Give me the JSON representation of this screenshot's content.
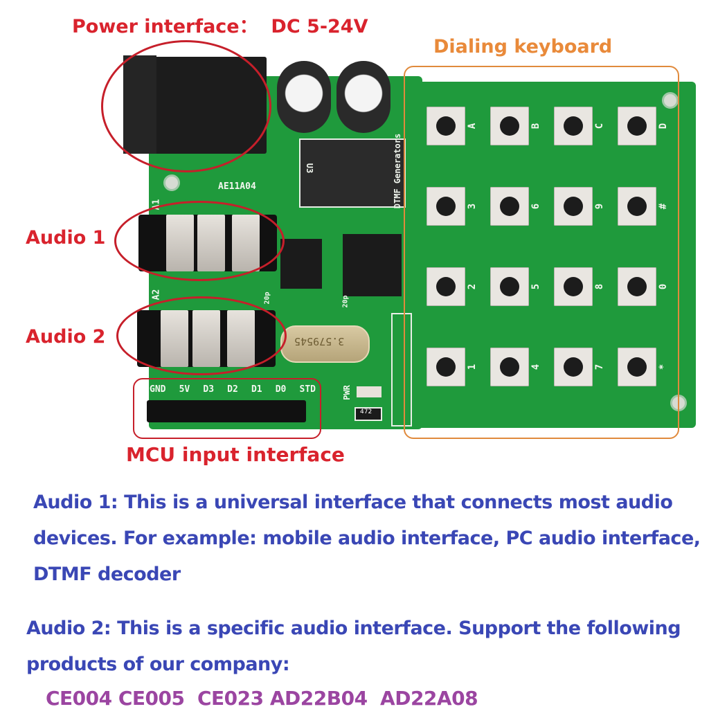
{
  "annotations": {
    "power": "Power interface：  DC 5-24V",
    "dialing_keyboard": "Dialing keyboard",
    "audio1": "Audio 1",
    "audio2": "Audio 2",
    "mcu_input": "MCU input interface"
  },
  "board": {
    "model": "AE11A04",
    "regulator_label": "U3",
    "side_label": "DTMF Generators",
    "crystal_label": "3.579545",
    "pwr_label": "PWR",
    "resistor_label": "472",
    "cap_labels": [
      "20p",
      "20p"
    ],
    "jack_labels": [
      "A1",
      "A2"
    ],
    "header_pins": [
      "GND",
      "5V",
      "D3",
      "D2",
      "D1",
      "D0",
      "STD"
    ]
  },
  "keypad": {
    "rows": [
      {
        "keys": [
          "",
          "",
          "",
          ""
        ],
        "labels": [
          "A",
          "B",
          "C",
          "D"
        ]
      },
      {
        "keys": [
          "",
          "",
          "",
          ""
        ],
        "labels": [
          "3",
          "6",
          "9",
          "#"
        ]
      },
      {
        "keys": [
          "",
          "",
          "",
          ""
        ],
        "labels": [
          "2",
          "5",
          "8",
          "0"
        ]
      },
      {
        "keys": [
          "",
          "",
          "",
          ""
        ],
        "labels": [
          "1",
          "4",
          "7",
          "*"
        ]
      }
    ]
  },
  "description": {
    "audio1_lines": [
      "Audio 1: This is a universal interface that connects most audio",
      "devices. For example: mobile audio interface, PC audio interface,",
      "DTMF decoder"
    ],
    "audio2_lines": [
      "Audio 2: This is a specific audio interface. Support the following",
      "products of our company:"
    ],
    "products": "CE004 CE005  CE023 AD22B04  AD22A08"
  },
  "colors": {
    "annotation_red": "#d9232d",
    "annotation_orange": "#e98a3a",
    "description_blue": "#3a47b5",
    "products_purple": "#9b45a1",
    "pcb_green": "#1f9a3c"
  }
}
